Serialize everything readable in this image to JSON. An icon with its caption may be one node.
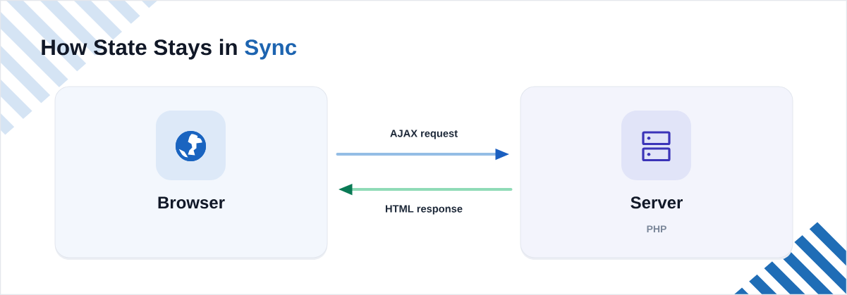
{
  "diagram": {
    "title": "How State Stays in **Sync**",
    "nodes": [
      {
        "text": [
          "Browser"
        ]
      },
      {
        "text": [
          "Server",
          "PHP"
        ]
      }
    ],
    "edges": [
      {
        "from": 0,
        "to": 1,
        "arrow": "to",
        "label": "AJAX request",
        "color": "#94bde5"
      },
      {
        "from": 1,
        "to": 0,
        "arrow": "to",
        "label": "HTML response",
        "color": "#90dbb7"
      }
    ]
  }
}
